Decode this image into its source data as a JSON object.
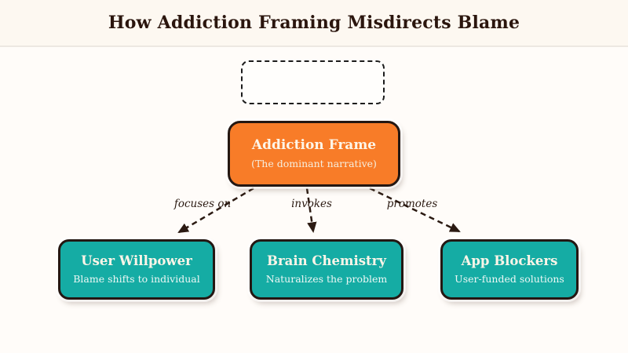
{
  "header": {
    "title": "How Addiction Framing Misdirects Blame"
  },
  "diagram": {
    "empty_node": {
      "label": ""
    },
    "root_node": {
      "title": "Addiction Frame",
      "subtitle": "(The dominant narrative)",
      "fill": "#F87C28"
    },
    "edges": [
      {
        "label": "focuses on"
      },
      {
        "label": "invokes"
      },
      {
        "label": "promotes"
      }
    ],
    "child_nodes": [
      {
        "title": "User Willpower",
        "subtitle": "Blame shifts to individual",
        "fill": "#15ACA4"
      },
      {
        "title": "Brain Chemistry",
        "subtitle": "Naturalizes the problem",
        "fill": "#15ACA4"
      },
      {
        "title": "App Blockers",
        "subtitle": "User-funded solutions",
        "fill": "#15ACA4"
      }
    ],
    "colors": {
      "background": "#FFFCF9",
      "header_background": "#FDF8F1",
      "title_text": "#2B160E",
      "node_border": "#241712",
      "node_text": "#FDF5E8",
      "arrow": "#2B1A12"
    }
  }
}
